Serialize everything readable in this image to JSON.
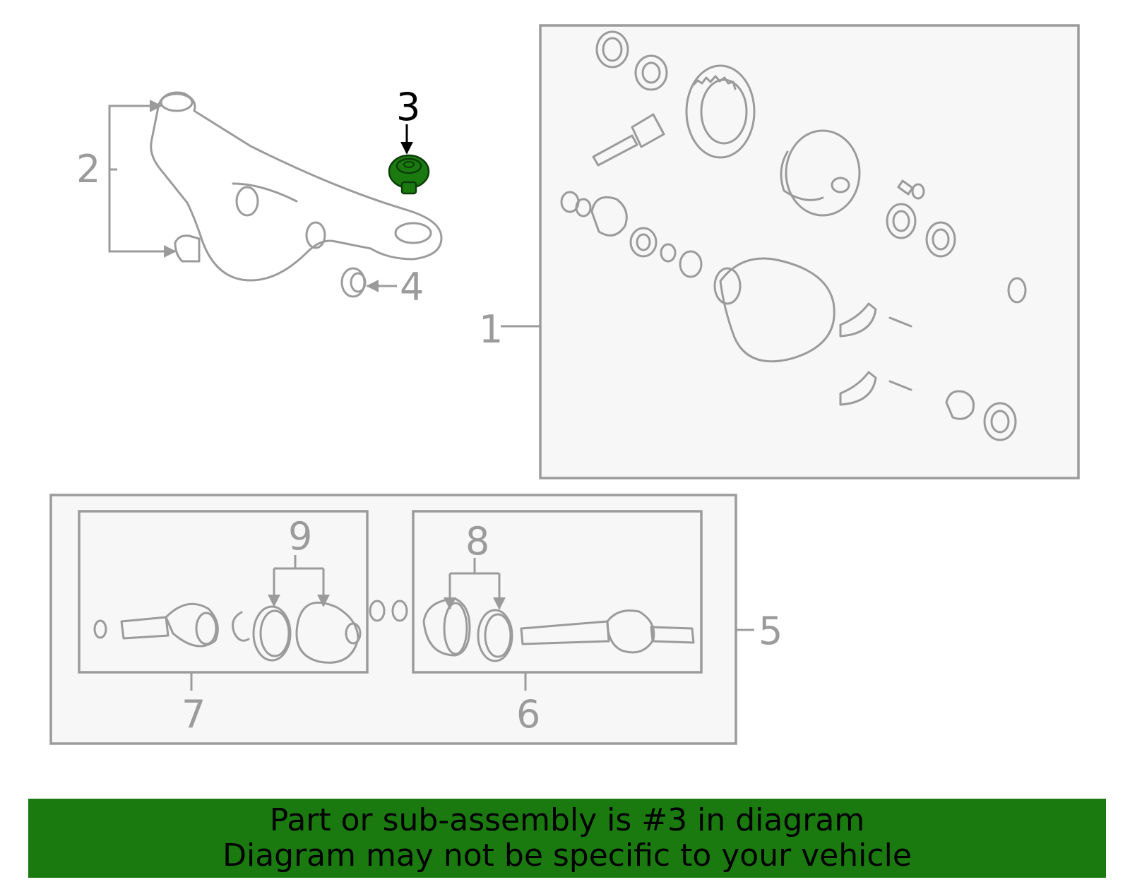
{
  "diagram": {
    "highlight_color": "#1a7a10",
    "line_color": "#9b9b9b",
    "callouts": {
      "c1": "1",
      "c2": "2",
      "c3": "3",
      "c4": "4",
      "c5": "5",
      "c6": "6",
      "c7": "7",
      "c8": "8",
      "c9": "9"
    },
    "highlighted_callout": "3"
  },
  "banner": {
    "line1": "Part or sub-assembly is #3 in diagram",
    "line2": "Diagram may not be specific to your vehicle",
    "background": "#1a7a10"
  }
}
